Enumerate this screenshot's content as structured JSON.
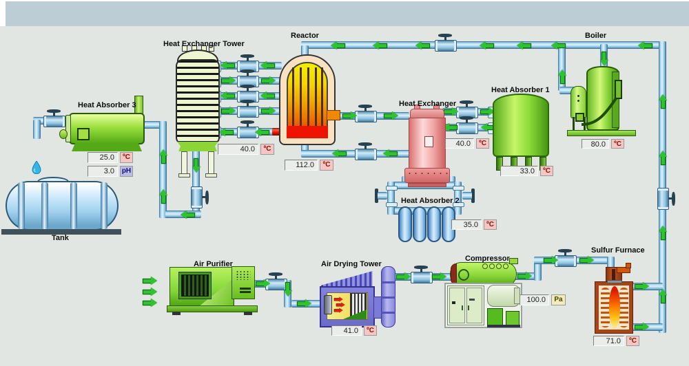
{
  "equipment": {
    "heat_absorber_3": {
      "label": "Heat Absorber 3",
      "temp": "25.0",
      "temp_unit": "ºC",
      "ph": "3.0",
      "ph_unit": "pH"
    },
    "tank": {
      "label": "Tank"
    },
    "heat_exchanger_tower": {
      "label": "Heat Exchanger Tower",
      "temp": "40.0",
      "temp_unit": "ºC"
    },
    "reactor": {
      "label": "Reactor",
      "temp": "112.0",
      "temp_unit": "ºC"
    },
    "heat_exchanger": {
      "label": "Heat Exchanger",
      "temp": "40.0",
      "temp_unit": "ºC"
    },
    "heat_absorber_1": {
      "label": "Heat Absorber 1",
      "temp": "33.0",
      "temp_unit": "ºC"
    },
    "heat_absorber_2": {
      "label": "Heat Absorber 2",
      "temp": "35.0",
      "temp_unit": "ºC"
    },
    "boiler": {
      "label": "Boiler",
      "temp": "80.0",
      "temp_unit": "ºC"
    },
    "air_purifier": {
      "label": "Air Purifier"
    },
    "air_drying_tower": {
      "label": "Air Drying Tower",
      "temp": "41.0",
      "temp_unit": "ºC"
    },
    "compressor": {
      "label": "Compressor",
      "pressure": "100.0",
      "pressure_unit": "Pa"
    },
    "sulfur_furnace": {
      "label": "Sulfur Furnace",
      "temp": "71.0",
      "temp_unit": "ºC"
    }
  },
  "colors": {
    "pipe": "#9ccfeb",
    "flow_arrow": "#2fc32f",
    "hot_pipe": "#ee1200",
    "top_band": "#bccdd6",
    "background": "#e1e6e2"
  }
}
